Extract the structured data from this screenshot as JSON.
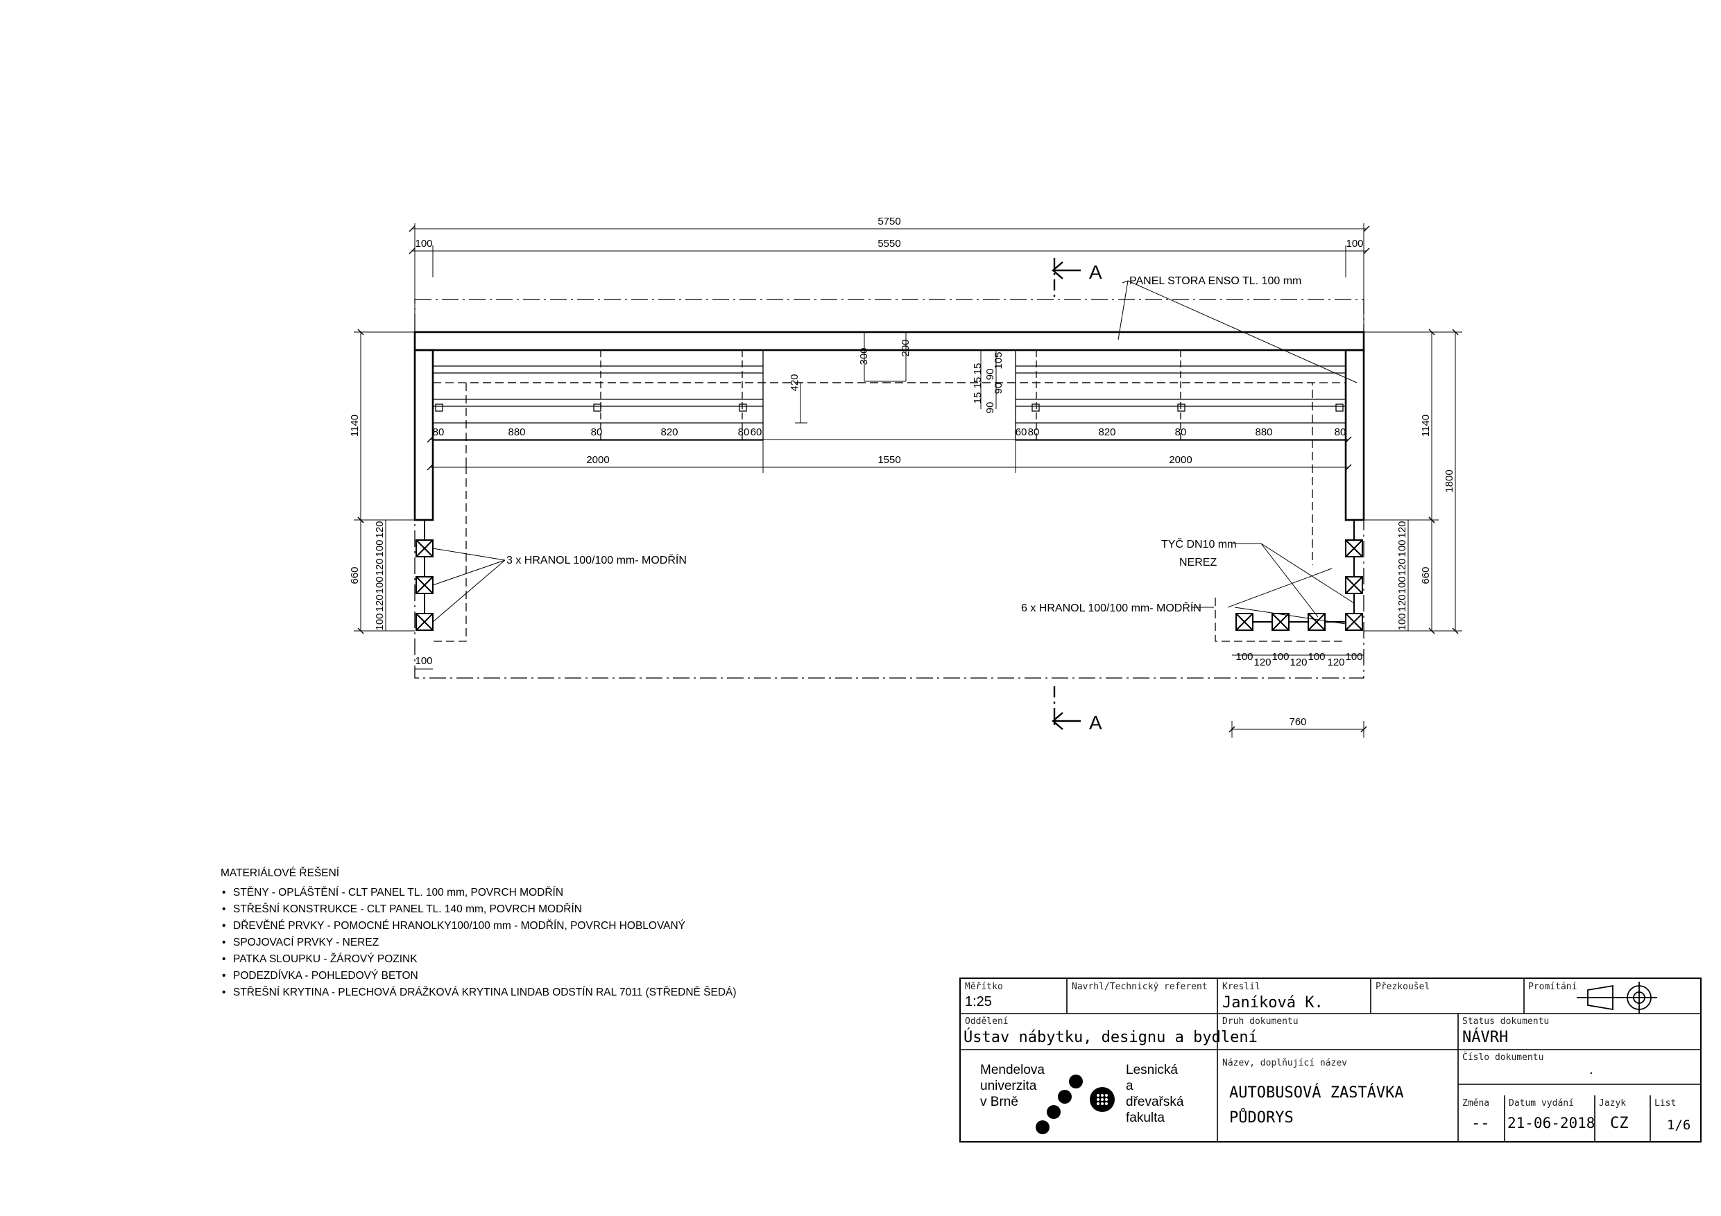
{
  "plan": {
    "dims": {
      "total": "5750",
      "inner": "5550",
      "edge": "100",
      "left_h": "1140",
      "left_post": "660",
      "right_h": "1140",
      "right_total": "1800",
      "right_post": "660",
      "bench_left": [
        "80",
        "880",
        "80",
        "820",
        "80",
        "60"
      ],
      "bench_right": [
        "60",
        "80",
        "820",
        "80",
        "880",
        "80"
      ],
      "span_left": "2000",
      "span_mid": "1550",
      "span_right": "2000",
      "v300": "300",
      "v200": "200",
      "v420": "420",
      "stack": [
        "15",
        "15",
        "15",
        "90",
        "90",
        "90",
        "105"
      ],
      "post_v": [
        "120",
        "100",
        "120",
        "100",
        "120",
        "100"
      ],
      "post_h": [
        "100",
        "120",
        "100",
        "120",
        "100",
        "120",
        "100"
      ],
      "v760": "760"
    },
    "section": "A",
    "labels": {
      "panel": "PANEL STORA ENSO TL. 100 mm",
      "hranol3": "3 x HRANOL  100/100 mm-  MODŘÍN",
      "tyc1": "TYČ DN10 mm",
      "tyc2": "NEREZ",
      "hranol6": "6 x HRANOL  100/100 mm-  MODŘÍN"
    }
  },
  "notes": {
    "heading": "MATERIÁLOVÉ ŘEŠENÍ",
    "items": [
      "STĚNY - OPLÁŠTĚNÍ - CLT PANEL TL. 100 mm, POVRCH MODŘÍN",
      "STŘEŠNÍ KONSTRUKCE - CLT PANEL TL. 140 mm, POVRCH MODŘÍN",
      "DŘEVĚNÉ PRVKY - POMOCNÉ HRANOLKY100/100 mm - MODŘÍN, POVRCH HOBLOVANÝ",
      "SPOJOVACÍ PRVKY - NEREZ",
      "PATKA SLOUPKU - ŽÁROVÝ POZINK",
      "PODEZDÍVKA - POHLEDOVÝ BETON",
      "STŘEŠNÍ KRYTINA - PLECHOVÁ DRÁŽKOVÁ KRYTINA LINDAB ODSTÍN RAL 7011 (STŘEDNĚ ŠEDÁ)"
    ]
  },
  "title_block": {
    "meritko_cap": "Měřítko",
    "meritko": "1:25",
    "navrhl_cap": "Navrhl/Technický referent",
    "kreslil_cap": "Kreslil",
    "kreslil": "Janíková K.",
    "prezkousel_cap": "Přezkoušel",
    "promitani_cap": "Promítání",
    "oddeleni_cap": "Oddělení",
    "oddeleni": "Ústav nábytku, designu a bydlení",
    "druh_cap": "Druh dokumentu",
    "status_cap": "Status dokumentu",
    "status": "NÁVRH",
    "cislo_cap": "Číslo dokumentu",
    "cislo": ".",
    "nazev_cap": "Název, doplňující název",
    "nazev1": "AUTOBUSOVÁ ZASTÁVKA",
    "nazev2": "PŮDORYS",
    "zmena_cap": "Změna",
    "zmena": "--",
    "datum_cap": "Datum vydání",
    "datum": "21-06-2018",
    "jazyk_cap": "Jazyk",
    "jazyk": "CZ",
    "list_cap": "List",
    "list": "1/6",
    "logo_left": [
      "Mendelova",
      "univerzita",
      "v Brně"
    ],
    "logo_right": [
      "Lesnická",
      "a",
      "dřevařská",
      "fakulta"
    ]
  }
}
